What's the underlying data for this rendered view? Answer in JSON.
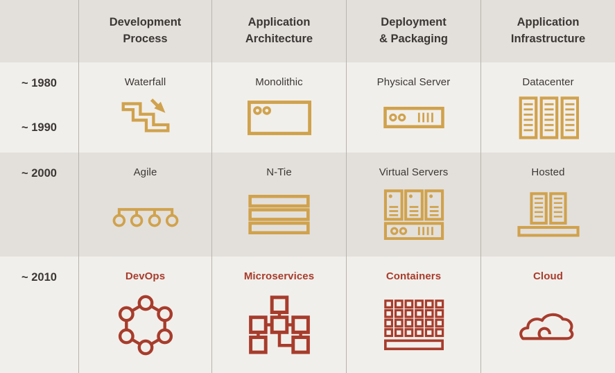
{
  "colors": {
    "gold": "#d0a24d",
    "red": "#a73c2c",
    "header_bg": "#e3e0dc",
    "row_alt_bg": "#f1efeb",
    "text": "#3b3734",
    "divider": "#b7b3ac"
  },
  "header": {
    "columns": [
      {
        "line1": "Development",
        "line2": "Process"
      },
      {
        "line1": "Application",
        "line2": "Architecture"
      },
      {
        "line1": "Deployment",
        "line2": "& Packaging"
      },
      {
        "line1": "Application",
        "line2": "Infrastructure"
      }
    ]
  },
  "rows": [
    {
      "year_top": "~ 1980",
      "year_bottom": "~ 1990",
      "cells": [
        {
          "label": "Waterfall",
          "icon": "waterfall-icon"
        },
        {
          "label": "Monolithic",
          "icon": "monolithic-icon"
        },
        {
          "label": "Physical Server",
          "icon": "physical-server-icon"
        },
        {
          "label": "Datacenter",
          "icon": "datacenter-icon"
        }
      ]
    },
    {
      "year_top": "~ 2000",
      "cells": [
        {
          "label": "Agile",
          "icon": "agile-icon"
        },
        {
          "label": "N-Tie",
          "icon": "n-tier-icon"
        },
        {
          "label": "Virtual Servers",
          "icon": "virtual-servers-icon"
        },
        {
          "label": "Hosted",
          "icon": "hosted-icon"
        }
      ]
    },
    {
      "year_top": "~ 2010",
      "cells": [
        {
          "label": "DevOps",
          "icon": "devops-icon"
        },
        {
          "label": "Microservices",
          "icon": "microservices-icon"
        },
        {
          "label": "Containers",
          "icon": "containers-icon"
        },
        {
          "label": "Cloud",
          "icon": "cloud-icon"
        }
      ]
    }
  ]
}
